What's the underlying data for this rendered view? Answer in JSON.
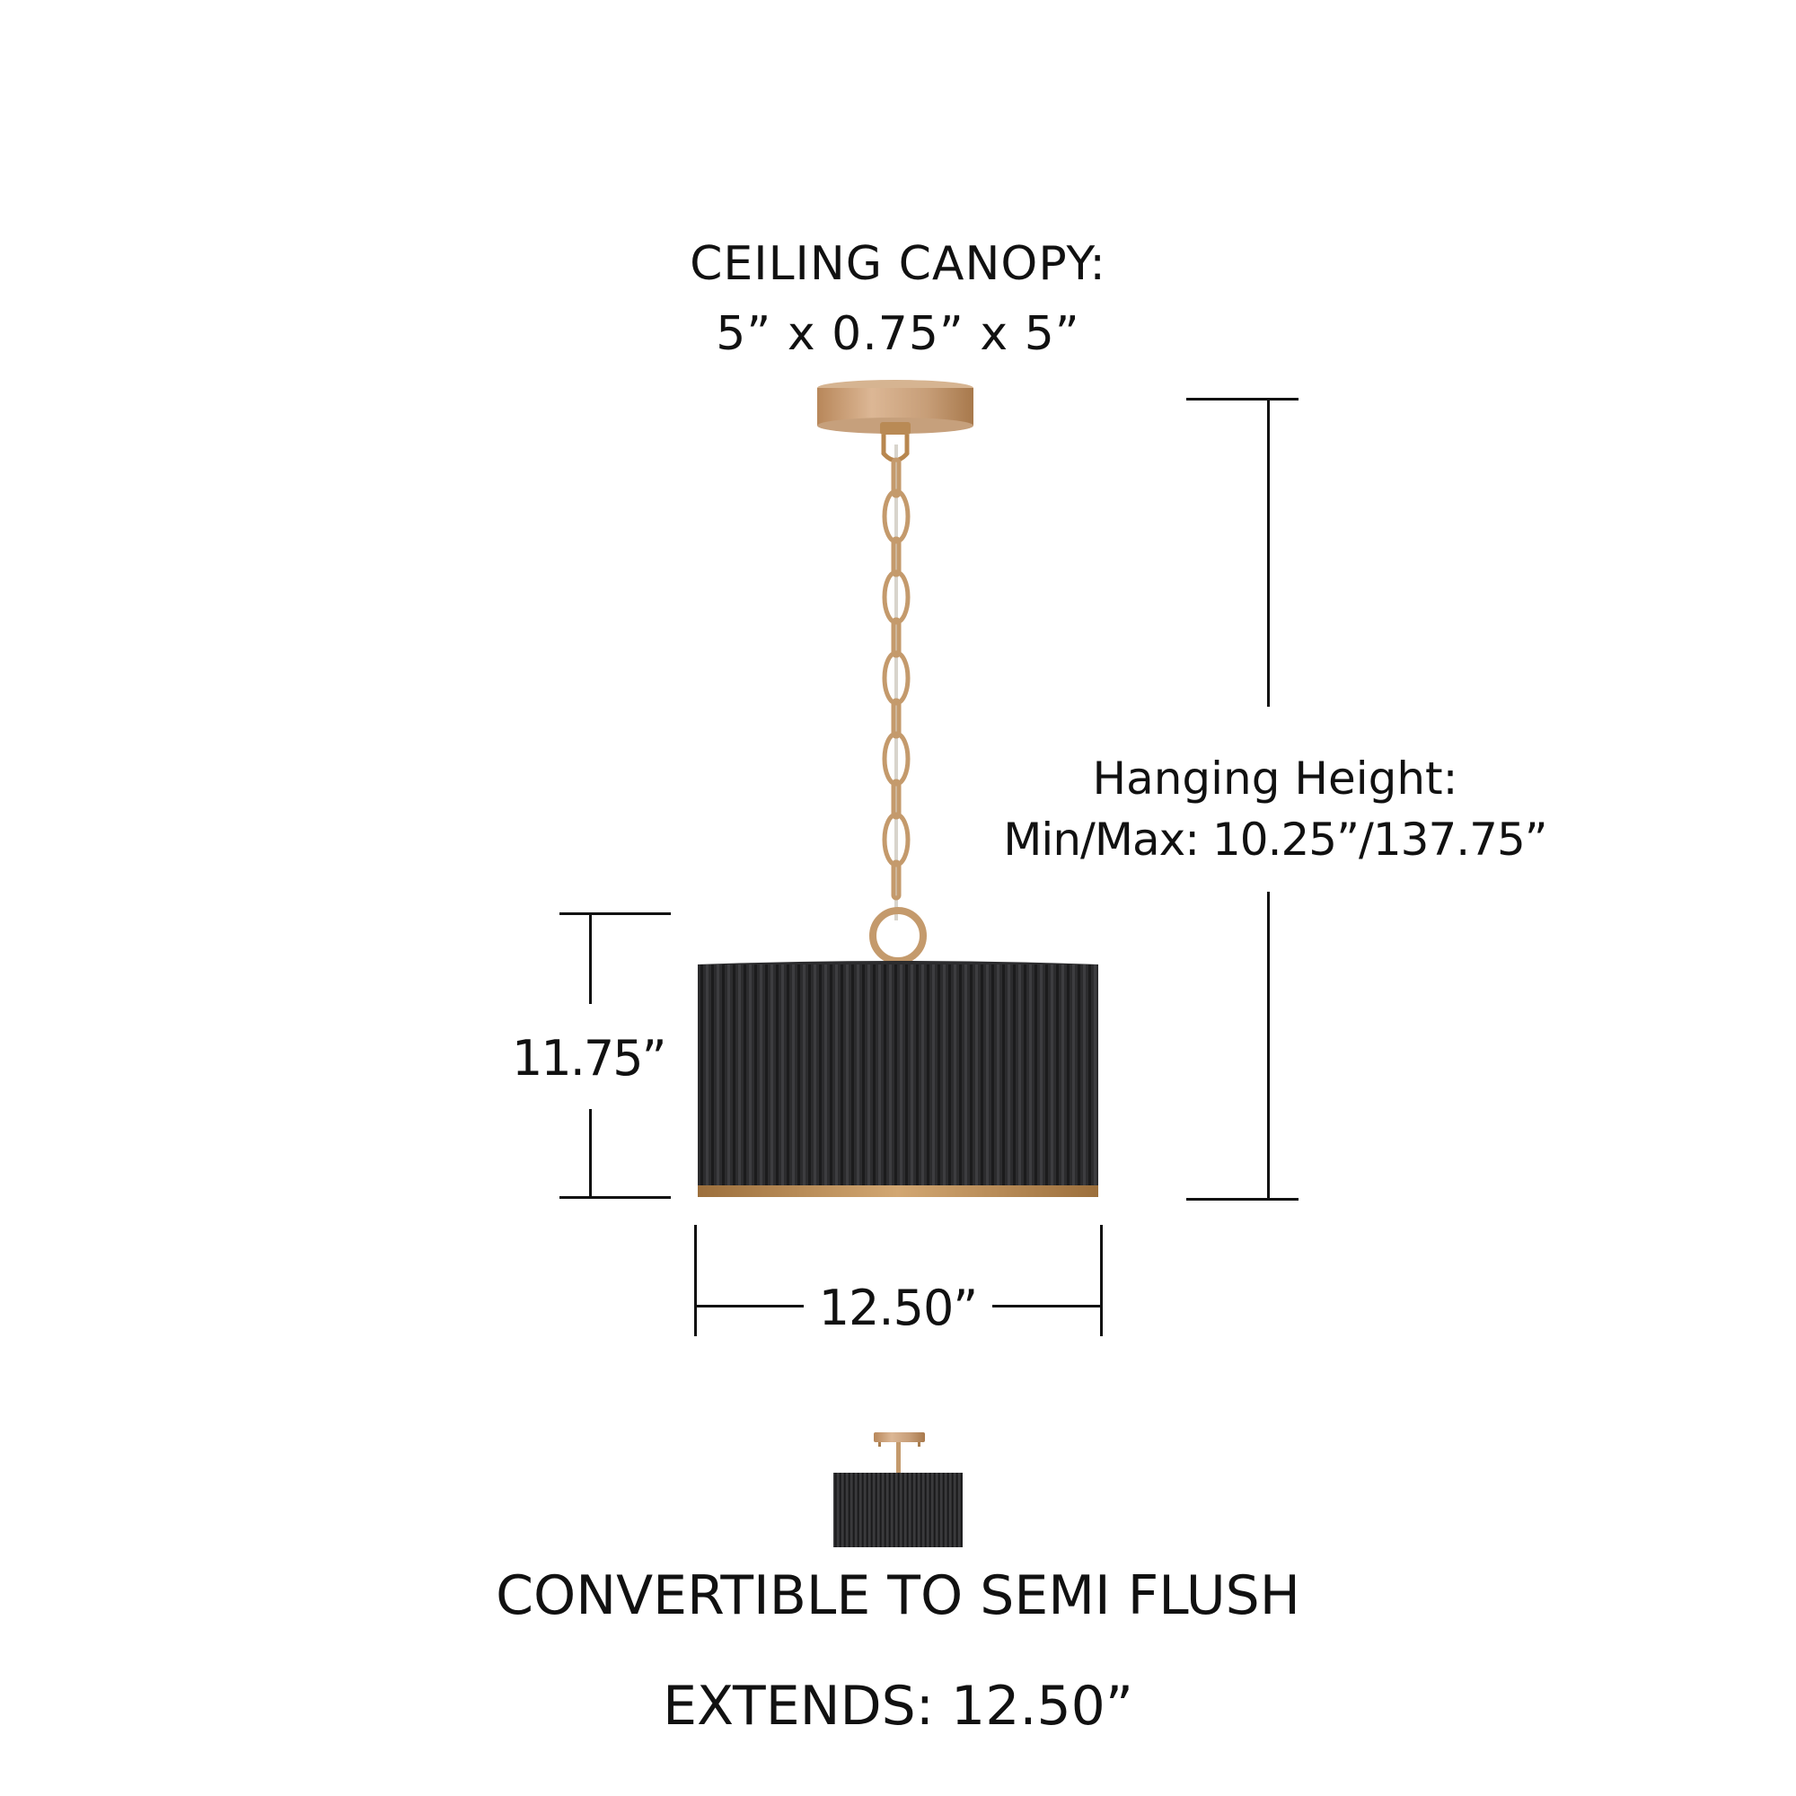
{
  "canopy_label": {
    "line1": "CEILING CANOPY:",
    "line2": "5” x 0.75” x 5”"
  },
  "hanging_height": {
    "line1": "Hanging Height:",
    "line2": "Min/Max: 10.25”/137.75”"
  },
  "shade_height": {
    "label": "11.75”"
  },
  "shade_width": {
    "label": "12.50”"
  },
  "semi_flush": {
    "line1": "CONVERTIBLE TO SEMI FLUSH",
    "line2": "EXTENDS: 12.50”"
  },
  "colors": {
    "shade": "#2c2c2e",
    "brass": "#c49a6c",
    "brass_dark": "#a97e4f",
    "dimension_line": "#111111"
  }
}
